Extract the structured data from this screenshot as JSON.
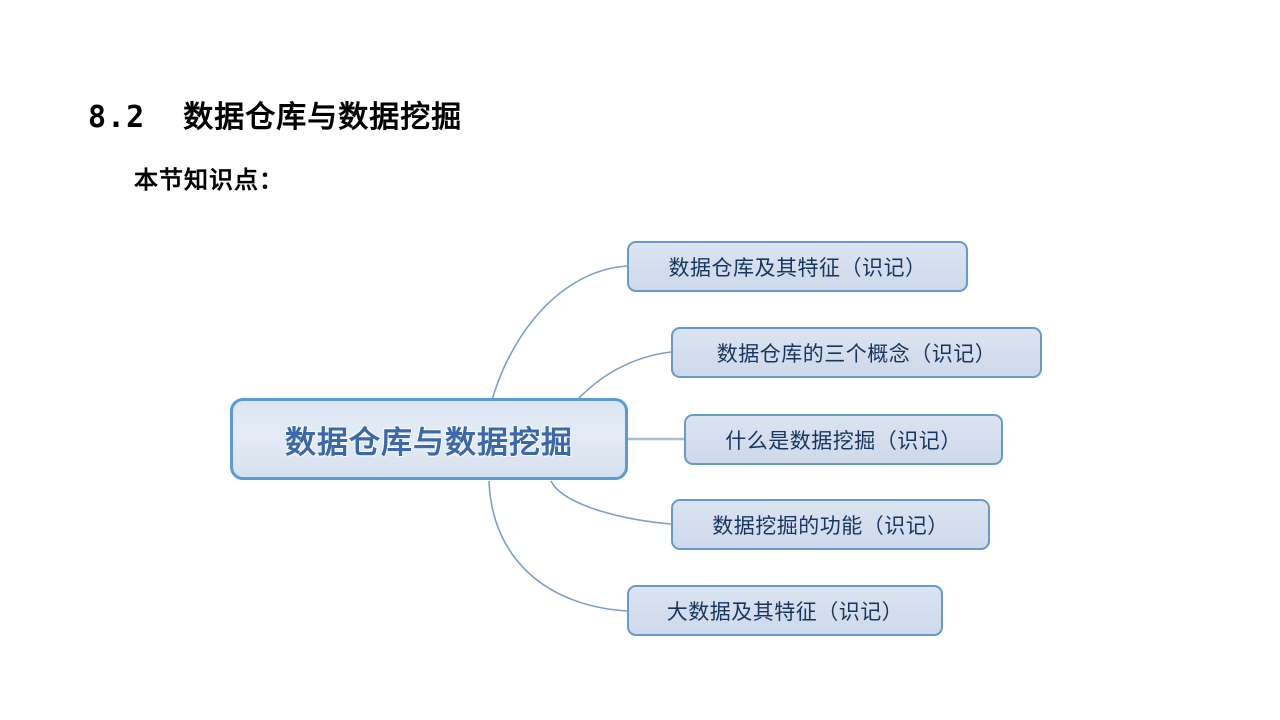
{
  "slide": {
    "title": "8.2  数据仓库与数据挖掘",
    "subtitle": "本节知识点：",
    "background_color": "#ffffff"
  },
  "mindmap": {
    "central": {
      "label": "数据仓库与数据挖掘",
      "text_color": "#3a68a8",
      "border_color": "#5b9bd5",
      "fill_color": "#dce6f2"
    },
    "connector_color": "#7f9fc4",
    "branches": [
      {
        "label": "数据仓库及其特征（识记）",
        "text_color": "#17365d",
        "border_color": "#6699cc",
        "fill_color": "#d6e0ee"
      },
      {
        "label": "数据仓库的三个概念（识记）",
        "text_color": "#17365d",
        "border_color": "#6699cc",
        "fill_color": "#d6e0ee"
      },
      {
        "label": "什么是数据挖掘（识记）",
        "text_color": "#17365d",
        "border_color": "#6699cc",
        "fill_color": "#d6e0ee"
      },
      {
        "label": "数据挖掘的功能（识记）",
        "text_color": "#17365d",
        "border_color": "#6699cc",
        "fill_color": "#d6e0ee"
      },
      {
        "label": "大数据及其特征（识记）",
        "text_color": "#17365d",
        "border_color": "#6699cc",
        "fill_color": "#d6e0ee"
      }
    ]
  }
}
